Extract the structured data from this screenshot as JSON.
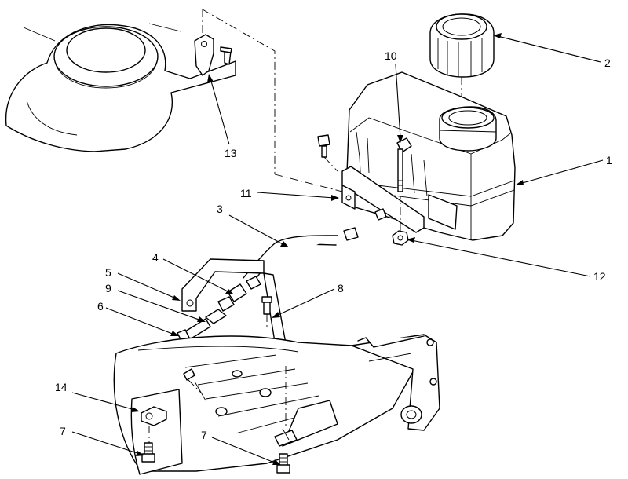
{
  "callouts": {
    "c1": "1",
    "c2": "2",
    "c3": "3",
    "c4": "4",
    "c5": "5",
    "c6": "6",
    "c7_left": "7",
    "c7_center": "7",
    "c8": "8",
    "c9": "9",
    "c10": "10",
    "c11": "11",
    "c12": "12",
    "c13": "13",
    "c14": "14"
  }
}
